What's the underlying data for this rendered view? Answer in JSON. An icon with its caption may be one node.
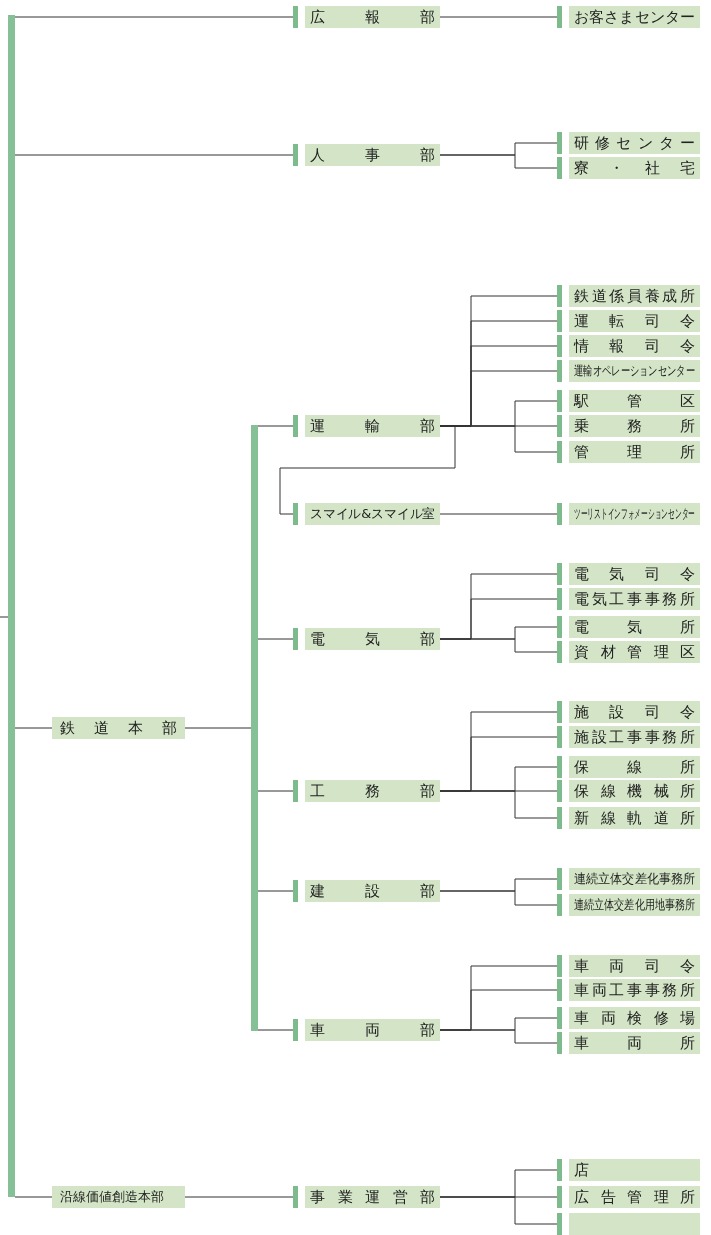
{
  "diagram": {
    "nodes": [
      {
        "text": [],
        "shape": "bar"
      },
      {
        "text": [
          "広報部"
        ]
      },
      {
        "text": [
          "お客さまセンター"
        ]
      },
      {
        "text": [
          "人事部"
        ]
      },
      {
        "text": [
          "研修センター"
        ]
      },
      {
        "text": [
          "寮・社宅"
        ]
      },
      {
        "text": [
          "鉄道本部"
        ]
      },
      {
        "text": [],
        "shape": "bar"
      },
      {
        "text": [
          "運輸部"
        ]
      },
      {
        "text": [
          "鉄道係員養成所"
        ]
      },
      {
        "text": [
          "運転司令"
        ]
      },
      {
        "text": [
          "情報司令"
        ]
      },
      {
        "text": [
          "運輸オペレーションセンター"
        ]
      },
      {
        "text": [
          "駅管区"
        ]
      },
      {
        "text": [
          "乗務所"
        ]
      },
      {
        "text": [
          "管理所"
        ]
      },
      {
        "text": [
          "スマイル&スマイル室"
        ]
      },
      {
        "text": [
          "ツーリストインフォメーションセンター"
        ]
      },
      {
        "text": [
          "電気部"
        ]
      },
      {
        "text": [
          "電気司令"
        ]
      },
      {
        "text": [
          "電気工事事務所"
        ]
      },
      {
        "text": [
          "電気所"
        ]
      },
      {
        "text": [
          "資材管理区"
        ]
      },
      {
        "text": [
          "工務部"
        ]
      },
      {
        "text": [
          "施設司令"
        ]
      },
      {
        "text": [
          "施設工事事務所"
        ]
      },
      {
        "text": [
          "保線所"
        ]
      },
      {
        "text": [
          "保線機械所"
        ]
      },
      {
        "text": [
          "新線軌道所"
        ]
      },
      {
        "text": [
          "建設部"
        ]
      },
      {
        "text": [
          "連続立体交差化事務所"
        ]
      },
      {
        "text": [
          "連続立体交差化用地事務所"
        ]
      },
      {
        "text": [
          "車両部"
        ]
      },
      {
        "text": [
          "車両司令"
        ]
      },
      {
        "text": [
          "車両工事事務所"
        ]
      },
      {
        "text": [
          "車両検修場"
        ]
      },
      {
        "text": [
          "車両所"
        ]
      },
      {
        "text": [
          "沿線価値創造本部"
        ]
      },
      {
        "text": [
          "事業運営部"
        ]
      },
      {
        "text": [
          "店"
        ]
      },
      {
        "text": [
          "広告管理所"
        ]
      },
      {
        "text": [],
        "shape": "box"
      }
    ],
    "edges": [
      {
        "from": null,
        "to": 0,
        "arrow": "none"
      },
      {
        "from": 0,
        "to": 1,
        "arrow": "none"
      },
      {
        "from": 1,
        "to": 2,
        "arrow": "none"
      },
      {
        "from": 0,
        "to": 3,
        "arrow": "none"
      },
      {
        "from": 3,
        "to": 4,
        "arrow": "none"
      },
      {
        "from": 3,
        "to": 5,
        "arrow": "none"
      },
      {
        "from": 0,
        "to": 6,
        "arrow": "none"
      },
      {
        "from": 6,
        "to": 7,
        "arrow": "none"
      },
      {
        "from": 7,
        "to": 8,
        "arrow": "none"
      },
      {
        "from": 8,
        "to": 9,
        "arrow": "none"
      },
      {
        "from": 8,
        "to": 10,
        "arrow": "none"
      },
      {
        "from": 8,
        "to": 11,
        "arrow": "none"
      },
      {
        "from": 8,
        "to": 12,
        "arrow": "none"
      },
      {
        "from": 8,
        "to": 13,
        "arrow": "none"
      },
      {
        "from": 8,
        "to": 14,
        "arrow": "none"
      },
      {
        "from": 8,
        "to": 15,
        "arrow": "none"
      },
      {
        "from": 8,
        "to": 16,
        "arrow": "none"
      },
      {
        "from": 16,
        "to": 17,
        "arrow": "none"
      },
      {
        "from": 7,
        "to": 18,
        "arrow": "none"
      },
      {
        "from": 18,
        "to": 19,
        "arrow": "none"
      },
      {
        "from": 18,
        "to": 20,
        "arrow": "none"
      },
      {
        "from": 18,
        "to": 21,
        "arrow": "none"
      },
      {
        "from": 18,
        "to": 22,
        "arrow": "none"
      },
      {
        "from": 7,
        "to": 23,
        "arrow": "none"
      },
      {
        "from": 23,
        "to": 24,
        "arrow": "none"
      },
      {
        "from": 23,
        "to": 25,
        "arrow": "none"
      },
      {
        "from": 23,
        "to": 26,
        "arrow": "none"
      },
      {
        "from": 23,
        "to": 27,
        "arrow": "none"
      },
      {
        "from": 23,
        "to": 28,
        "arrow": "none"
      },
      {
        "from": 7,
        "to": 29,
        "arrow": "none"
      },
      {
        "from": 29,
        "to": 30,
        "arrow": "none"
      },
      {
        "from": 29,
        "to": 31,
        "arrow": "none"
      },
      {
        "from": 7,
        "to": 32,
        "arrow": "none"
      },
      {
        "from": 32,
        "to": 33,
        "arrow": "none"
      },
      {
        "from": 32,
        "to": 34,
        "arrow": "none"
      },
      {
        "from": 32,
        "to": 35,
        "arrow": "none"
      },
      {
        "from": 32,
        "to": 36,
        "arrow": "none"
      },
      {
        "from": 0,
        "to": 37,
        "arrow": "none"
      },
      {
        "from": 37,
        "to": 38,
        "arrow": "none"
      },
      {
        "from": 38,
        "to": 39,
        "arrow": "none"
      },
      {
        "from": 38,
        "to": 40,
        "arrow": "none"
      },
      {
        "from": 38,
        "to": 41,
        "arrow": "none"
      }
    ]
  }
}
